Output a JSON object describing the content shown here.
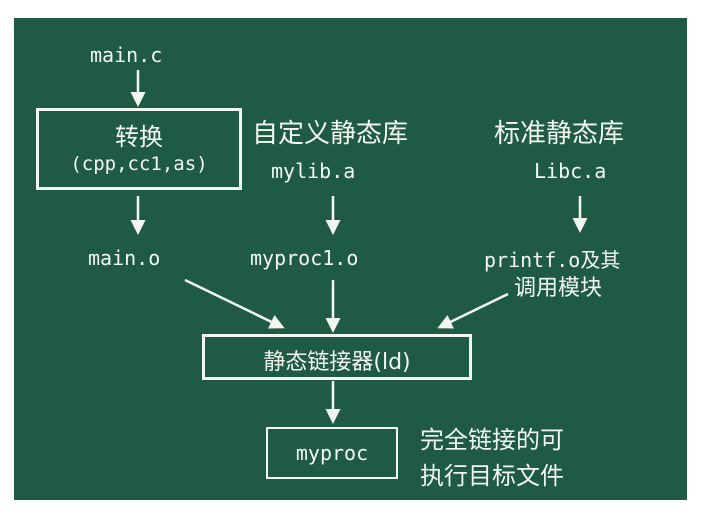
{
  "nodes": {
    "main_c": "main.c",
    "convert_title": "转换",
    "convert_sub": "(cpp,cc1,as)",
    "custom_lib_title": "自定义静态库",
    "mylib": "mylib.a",
    "std_lib_title": "标准静态库",
    "libc": "Libc.a",
    "main_o": "main.o",
    "myproc1_o": "myproc1.o",
    "printf_line1": "printf.o及其",
    "printf_line2": "调用模块",
    "linker": "静态链接器(ld)",
    "myproc": "myproc",
    "exe_line1": "完全链接的可",
    "exe_line2": "执行目标文件"
  },
  "colors": {
    "board": "#1f5a45",
    "foreground": "#f2f7f2"
  }
}
